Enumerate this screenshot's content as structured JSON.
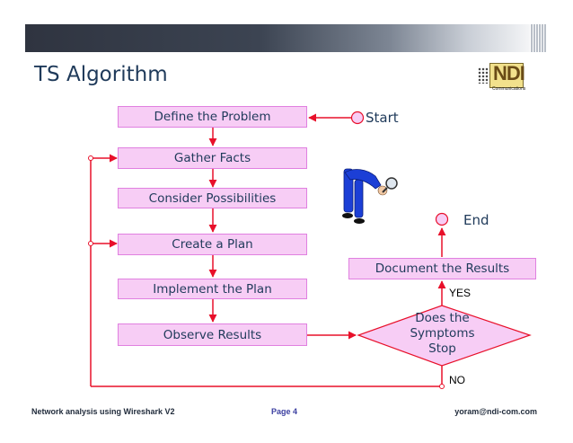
{
  "slide": {
    "title": "TS Algorithm",
    "logo": {
      "text": "NDI",
      "subtext": "Communications"
    }
  },
  "flowchart": {
    "steps": [
      "Define the Problem",
      "Gather Facts",
      "Consider Possibilities",
      "Create a Plan",
      "Implement the Plan",
      "Observe Results"
    ],
    "start_label": "Start",
    "end_label": "End",
    "document_step": "Document the Results",
    "decision": {
      "line1": "Does the",
      "line2": "Symptoms",
      "line3": "Stop"
    },
    "yes_label": "YES",
    "no_label": "NO"
  },
  "footer": {
    "left": "Network analysis using Wireshark V2",
    "center": "Page 4",
    "right": "yoram@ndi-com.com"
  },
  "colors": {
    "box_fill": "#f7cdf5",
    "box_border": "#e080e0",
    "connector": "#e8102a",
    "text": "#1f3a5a"
  }
}
